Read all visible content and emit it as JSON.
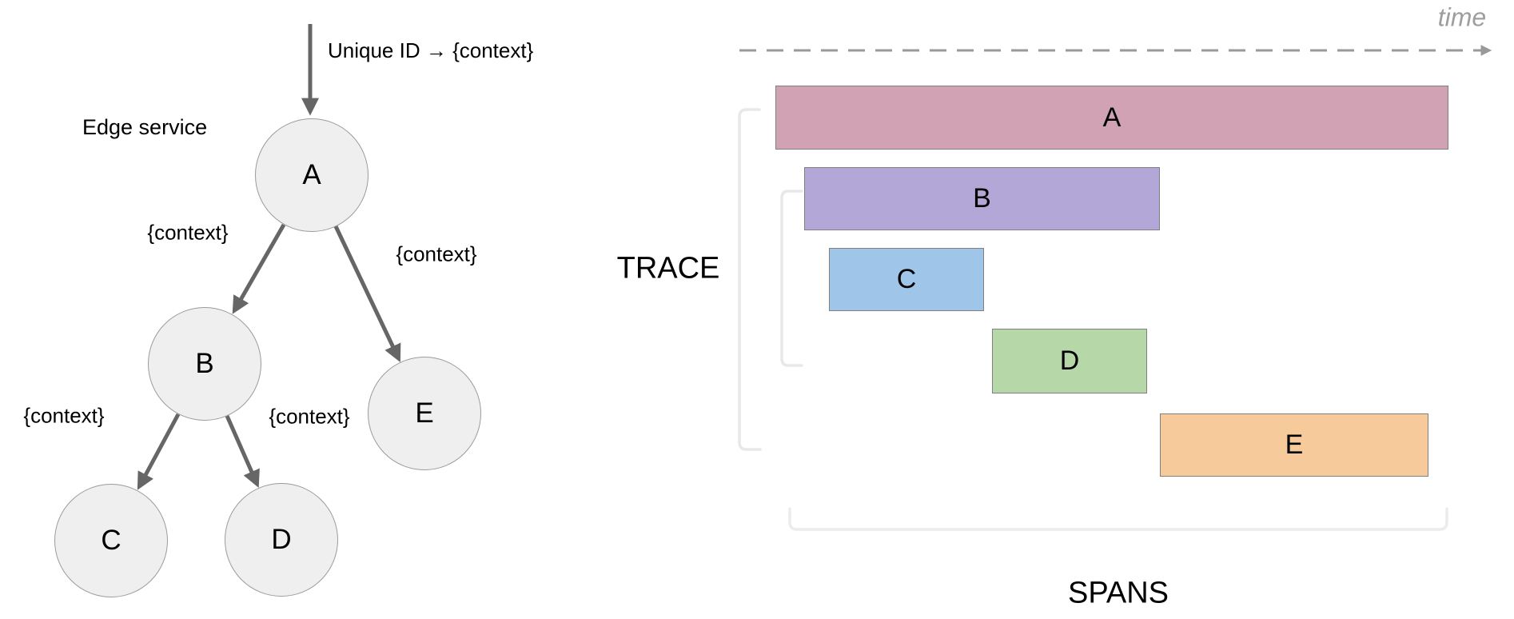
{
  "background": "#ffffff",
  "tree": {
    "incoming_label": "Unique ID → {context}",
    "edge_service_label": "Edge service",
    "node_fill": "#efefef",
    "node_border": "#9b9b9b",
    "arrow_color": "#666666",
    "nodes": [
      {
        "id": "A",
        "label": "A"
      },
      {
        "id": "B",
        "label": "B"
      },
      {
        "id": "C",
        "label": "C"
      },
      {
        "id": "D",
        "label": "D"
      },
      {
        "id": "E",
        "label": "E"
      }
    ],
    "edges": [
      {
        "from": "A",
        "to": "B",
        "label": "{context}"
      },
      {
        "from": "A",
        "to": "E",
        "label": "{context}"
      },
      {
        "from": "B",
        "to": "C",
        "label": "{context}"
      },
      {
        "from": "B",
        "to": "D",
        "label": "{context}"
      }
    ]
  },
  "timeline": {
    "time_label": "time",
    "trace_label": "TRACE",
    "spans_label": "SPANS",
    "axis_color": "#999999",
    "bracket_color": "#e8e8e8",
    "bottom_bracket_color": "#ececec",
    "bar_border": "#808080",
    "spans": [
      {
        "name": "A",
        "color": "#d0a2b4",
        "row": 1,
        "start_pct": 0,
        "end_pct": 100
      },
      {
        "name": "B",
        "color": "#b2a7d6",
        "row": 2,
        "start_pct": 4.3,
        "end_pct": 57.1
      },
      {
        "name": "C",
        "color": "#9fc5e8",
        "row": 3,
        "start_pct": 8.0,
        "end_pct": 31.0
      },
      {
        "name": "D",
        "color": "#b6d7a8",
        "row": 4,
        "start_pct": 32.2,
        "end_pct": 55.2
      },
      {
        "name": "E",
        "color": "#f7ca9c",
        "row": 5,
        "start_pct": 57.1,
        "end_pct": 97.0
      }
    ]
  }
}
